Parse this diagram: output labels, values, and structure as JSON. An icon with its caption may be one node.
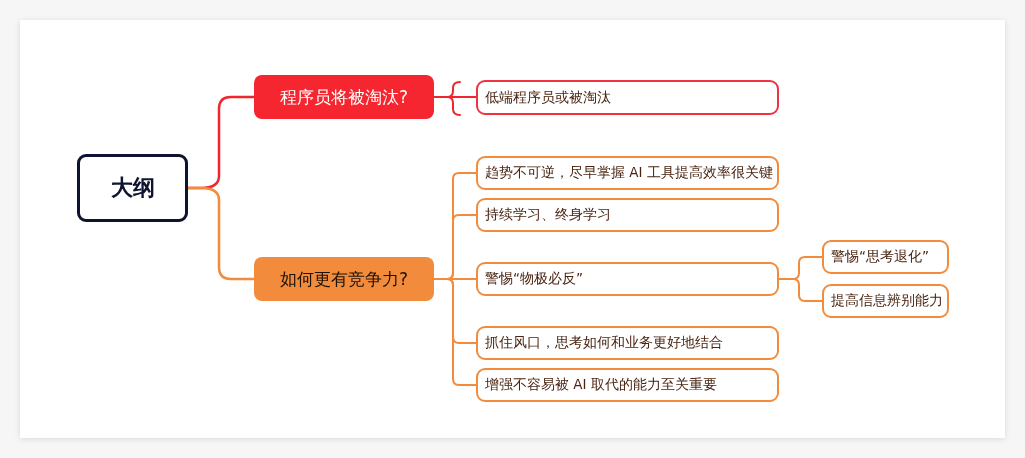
{
  "diagram": {
    "nodes": [
      {
        "text": [
          "大纲"
        ]
      },
      {
        "text": [
          "程序员将被淘汰?"
        ]
      },
      {
        "text": [
          "如何更有竞争力?"
        ]
      },
      {
        "text": [
          "低端程序员或被淘汰"
        ]
      },
      {
        "text": [
          "趋势不可逆，尽早掌握 AI 工具提高效率很关键"
        ]
      },
      {
        "text": [
          "持续学习、终身学习"
        ]
      },
      {
        "text": [
          "警惕“物极必反”"
        ]
      },
      {
        "text": [
          "抓住风口，思考如何和业务更好地结合"
        ]
      },
      {
        "text": [
          "增强不容易被 AI 取代的能力至关重要"
        ]
      },
      {
        "text": [
          "警惕“思考退化”"
        ]
      },
      {
        "text": [
          "提高信息辨别能力"
        ]
      }
    ],
    "edges": [
      {
        "from": 0,
        "to": 1,
        "arrow": "none",
        "color": "#f0262e"
      },
      {
        "from": 0,
        "to": 2,
        "arrow": "none"
      },
      {
        "from": 1,
        "to": 3,
        "arrow": "none",
        "color": "#f0262e"
      },
      {
        "from": 2,
        "to": 4,
        "arrow": "none"
      },
      {
        "from": 2,
        "to": 5,
        "arrow": "none"
      },
      {
        "from": 2,
        "to": 6,
        "arrow": "none"
      },
      {
        "from": 2,
        "to": 7,
        "arrow": "none"
      },
      {
        "from": 2,
        "to": 8,
        "arrow": "none"
      },
      {
        "from": 6,
        "to": 9,
        "arrow": "none"
      },
      {
        "from": 6,
        "to": 10,
        "arrow": "none"
      }
    ]
  }
}
